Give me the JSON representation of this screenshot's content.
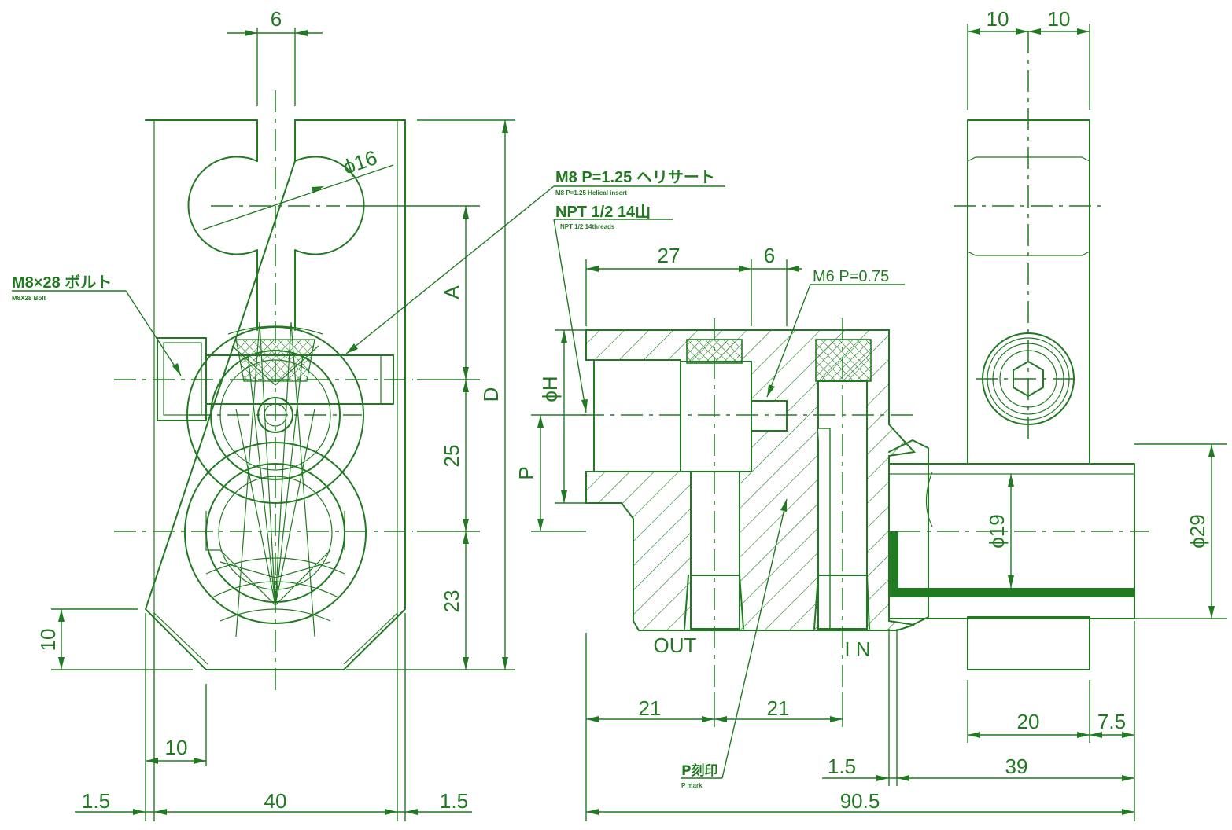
{
  "dimensions": {
    "top_slot": "6",
    "dia_16": "ϕ16",
    "d_a": "A",
    "d_25": "25",
    "d_23": "23",
    "d_D": "D",
    "d_10_left": "10",
    "d_10_bottom": "10",
    "d_1_5_left": "1.5",
    "d_40": "40",
    "d_1_5_right": "1.5",
    "d_27": "27",
    "d_6_side": "6",
    "d_phiH": "ϕH",
    "d_P": "P",
    "d_21a": "21",
    "d_21b": "21",
    "d_1_5_mid": "1.5",
    "d_39": "39",
    "d_90_5": "90.5",
    "d_10a": "10",
    "d_10b": "10",
    "d_phi19": "ϕ19",
    "d_phi29": "ϕ29",
    "d_20": "20",
    "d_7_5": "7.5"
  },
  "labels": {
    "bolt_jp": "M8×28 ボルト",
    "bolt_en": "M8X28 Bolt",
    "insert_jp": "M8 P=1.25 ヘリサート",
    "insert_en": "M8 P=1.25 Helical insert",
    "npt_jp": "NPT 1/2 14山",
    "npt_en": "NPT 1/2 14threads",
    "m6": "M6 P=0.75",
    "out": "OUT",
    "in": "I N",
    "pmark_jp": "P刻印",
    "pmark_en": "P mark"
  },
  "colors": {
    "line": "#217a21",
    "background": "#ffffff"
  }
}
